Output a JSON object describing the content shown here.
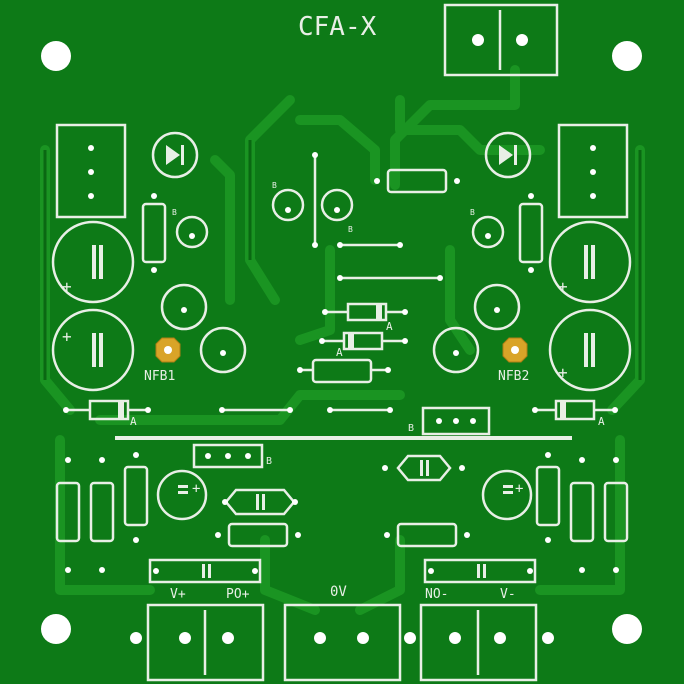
{
  "board": {
    "title": "CFA-X",
    "colors": {
      "board": "#0d7a17",
      "copper": "#1a9a22",
      "trace": "#178f1e",
      "silk": "#e8efe6",
      "pad": "#d9a428",
      "hole": "#ffffff"
    }
  },
  "labels": {
    "nfb1": "NFB1",
    "nfb2": "NFB2",
    "b_top_left": "B",
    "b_top_mid": "B",
    "b_top_mid2": "B",
    "b_top_right": "B",
    "b_row": "B",
    "b_left_header": "B",
    "a_left_diode": "A",
    "a_right_diode": "A",
    "a_mid_diode1": "A",
    "a_mid_diode2": "A",
    "plus_c1": "+",
    "plus_c2": "+",
    "plus_c3": "+",
    "plus_c4": "+",
    "plus_c5": "+",
    "plus_c6": "+"
  },
  "connectors": {
    "vplus": "V+",
    "poplus": "PO+",
    "zero_v": "0V",
    "no_minus": "NO-",
    "vminus": "V-"
  },
  "icons": [
    "mounting-hole-icon",
    "led-icon",
    "capacitor-icon",
    "resistor-icon",
    "diode-icon",
    "transistor-icon",
    "pad-icon",
    "connector-icon"
  ]
}
